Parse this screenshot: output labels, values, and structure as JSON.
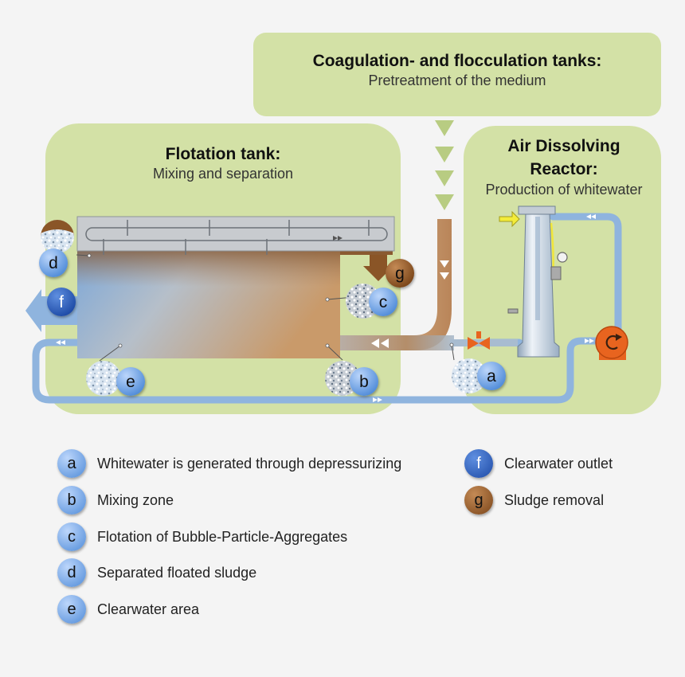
{
  "colors": {
    "panel": "#d3e1a6",
    "badge_light": "#6a9fe0",
    "badge_dark": "#2659b8",
    "badge_brown": "#8a5527",
    "pipe_blue": "#8fb4de",
    "pipe_brown": "#b9875f",
    "pump": "#e8641f",
    "valve": "#e8641f"
  },
  "panels": {
    "coagulation": {
      "title": "Coagulation- and flocculation tanks:",
      "subtitle": "Pretreatment of the medium"
    },
    "flotation": {
      "title": "Flotation tank:",
      "subtitle": "Mixing and separation"
    },
    "reactor": {
      "title_line1": "Air Dissolving",
      "title_line2": "Reactor:",
      "subtitle": "Production of whitewater"
    }
  },
  "markers": {
    "a": "a",
    "b": "b",
    "c": "c",
    "d": "d",
    "e": "e",
    "f": "f",
    "g": "g"
  },
  "legend": [
    {
      "letter": "a",
      "label": "Whitewater is generated through depressurizing",
      "style": "light"
    },
    {
      "letter": "b",
      "label": "Mixing zone",
      "style": "light"
    },
    {
      "letter": "c",
      "label": "Flotation of Bubble-Particle-Aggregates",
      "style": "light"
    },
    {
      "letter": "d",
      "label": "Separated floated sludge",
      "style": "light"
    },
    {
      "letter": "e",
      "label": "Clearwater area",
      "style": "light"
    },
    {
      "letter": "f",
      "label": "Clearwater outlet",
      "style": "dark"
    },
    {
      "letter": "g",
      "label": "Sludge removal",
      "style": "brown"
    }
  ]
}
